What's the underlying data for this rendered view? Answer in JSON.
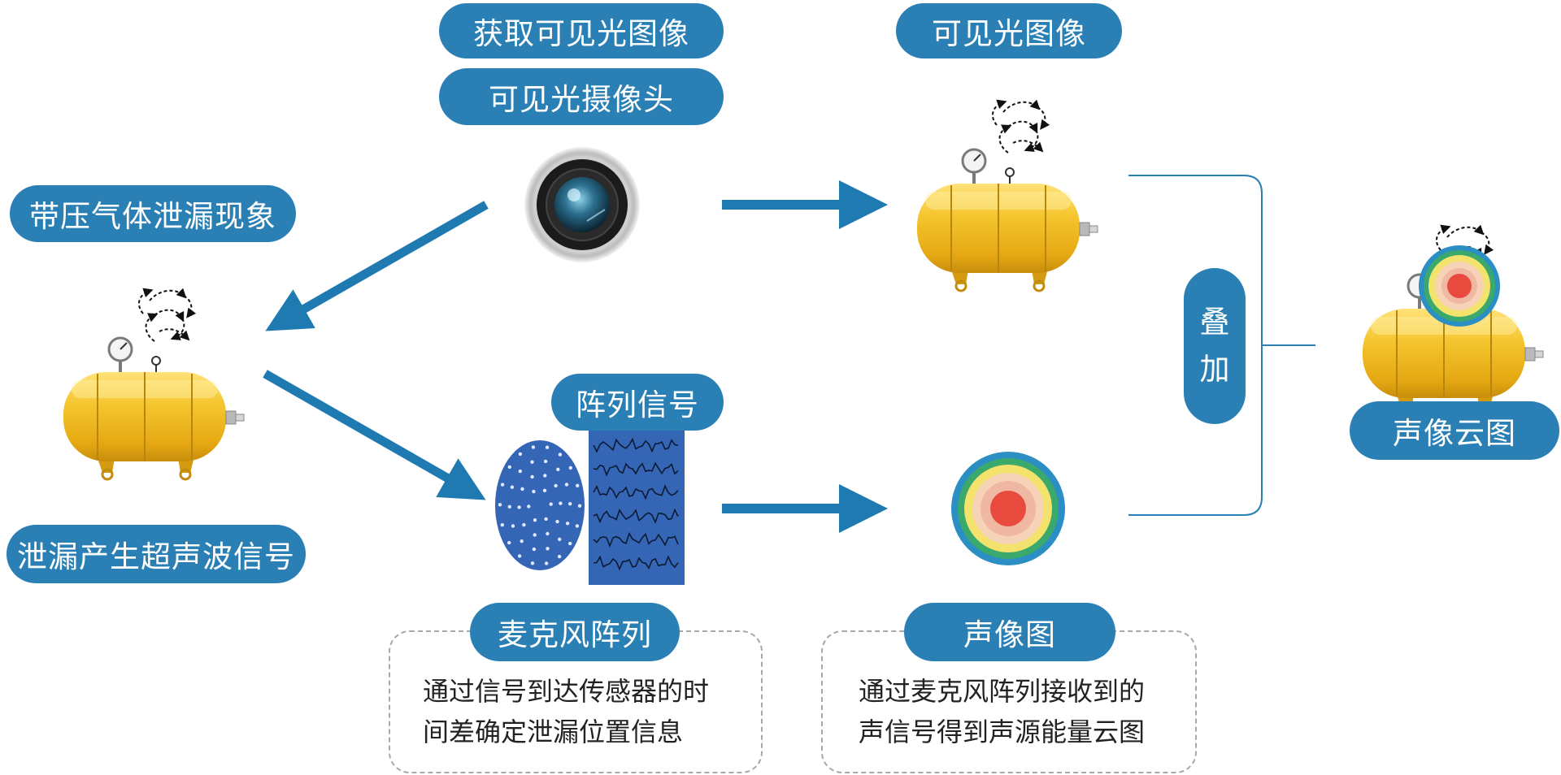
{
  "labels": {
    "acquire_visible": "获取可见光图像",
    "visible_camera": "可见光摄像头",
    "visible_image": "可见光图像",
    "gas_leak": "带压气体泄漏现象",
    "ultrasonic_signal": "泄漏产生超声波信号",
    "array_signal": "阵列信号",
    "mic_array": "麦克风阵列",
    "acoustic_image": "声像图",
    "overlay_char1": "叠",
    "overlay_char2": "加",
    "acoustic_cloud": "声像云图"
  },
  "descriptions": {
    "mic_array_line1": "通过信号到达传感器的时",
    "mic_array_line2": "间差确定泄漏位置信息",
    "acoustic_line1": "通过麦克风阵列接收到的",
    "acoustic_line2": "声信号得到声源能量云图"
  },
  "colors": {
    "pill": "#2a80b4",
    "arrow": "#1f7ab2",
    "bracket": "#2a80b4",
    "tank_body": "#f2c12e",
    "tank_shadow": "#c99712",
    "array_blue": "#3566b6",
    "heat_red": "#e84a3d",
    "heat_outer": "#2b8fc4"
  },
  "icons": [
    "camera-icon",
    "gas-tank-icon",
    "pressure-gauge-icon",
    "gas-leak-swirl-icon",
    "microphone-array-icon",
    "waveform-icon",
    "heatmap-icon"
  ]
}
